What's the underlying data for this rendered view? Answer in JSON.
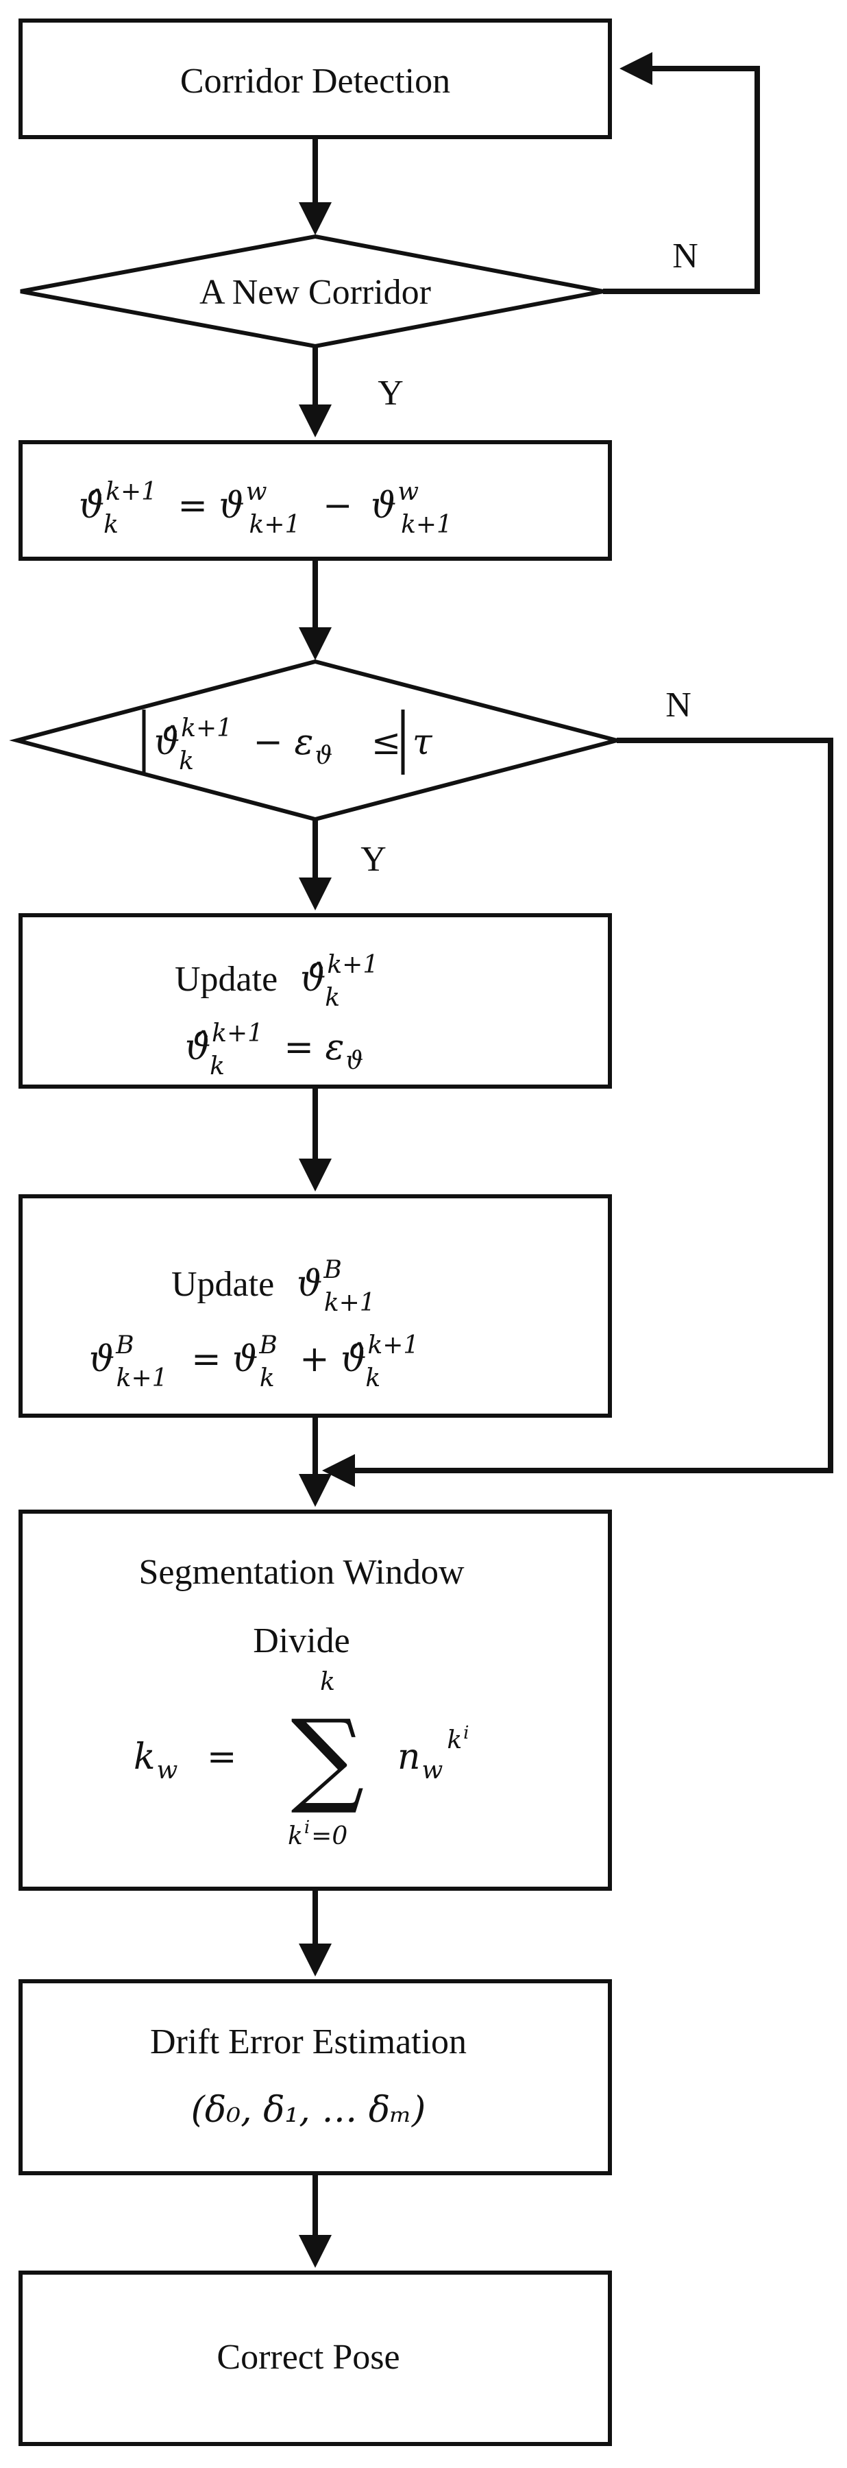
{
  "nodes": {
    "corridor_detection": "Corridor Detection",
    "new_corridor": "A New Corridor",
    "yaw_diff": {
      "lhs_base": "ϑ̂",
      "lhs_sub": "k",
      "lhs_sup": "k+1",
      "eq": "= ",
      "t1_base": "ϑ",
      "t1_sup": "w",
      "t1_sub": "k+1",
      "minus": "−",
      "t2_base": "ϑ",
      "t2_sup": "w",
      "t2_sub": "k+1"
    },
    "threshold": {
      "base": "ϑ̂",
      "sub": "k",
      "sup": "k+1",
      "minus": "− ε",
      "eps_sub": "ϑ",
      "rel": "≤ τ"
    },
    "update_hat": {
      "title": "Update",
      "title_base": "ϑ̂",
      "title_sub": "k",
      "title_sup": "k+1",
      "eq_base": "ϑ̂",
      "eq_sub": "k",
      "eq_sup": "k+1",
      "eq_rhs": "= ε",
      "eq_rhs_sub": "ϑ"
    },
    "update_body": {
      "title": "Update",
      "title_base": "ϑ",
      "title_sup": "B",
      "title_sub": "k+1",
      "lhs_base": "ϑ",
      "lhs_sup": "B",
      "lhs_sub": "k+1",
      "eq": "= ϑ",
      "t1_sup": "B",
      "t1_sub": "k",
      "plus": "+ ϑ̂",
      "t2_sub": "k",
      "t2_sup": "k+1"
    },
    "segmentation": {
      "line1": "Segmentation Window",
      "line2": "Divide",
      "lhs": "k",
      "lhs_sub": "w",
      "eq": "=",
      "sigma": "∑",
      "upper": "k",
      "lower": "k",
      "lower_sup": "i",
      "lower_tail": "=0",
      "term": "n",
      "term_sub": "w",
      "term_sup": "k",
      "term_sup2": "i"
    },
    "drift": {
      "line1": "Drift Error Estimation",
      "formula": "(δ₀, δ₁, … δₘ)"
    },
    "correct_pose": "Correct Pose"
  },
  "branches": {
    "yes": "Y",
    "no": "N"
  }
}
